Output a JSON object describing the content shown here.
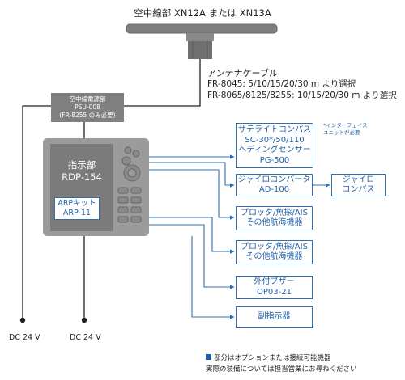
{
  "antenna": {
    "title": "空中線部 XN12A または XN13A"
  },
  "cable": {
    "title": "アンテナケーブル",
    "line1": "FR-8045:  5/10/15/20/30 m より選択",
    "line2": "FR-8065/8125/8255:  10/15/20/30 m より選択"
  },
  "psu": {
    "line1": "空中線電源部",
    "line2": "PSU-008",
    "line3": "(FR-8255 のみ必要)"
  },
  "display": {
    "line1": "指示部",
    "line2": "RDP-154"
  },
  "arp": {
    "line1": "ARPキット",
    "line2": "ARP-11"
  },
  "interface_note": {
    "line1": "*インターフェイス",
    "line2": "ユニットが必要"
  },
  "boxes": [
    {
      "line1": "サテライトコンパス",
      "line2": "SC-30*/50/110",
      "line3": "ヘディングセンサー",
      "line4": "PG-500"
    },
    {
      "line1": "ジャイロコンバータ",
      "line2": "AD-100"
    },
    {
      "line1": "ジャイロ",
      "line2": "コンパス"
    },
    {
      "line1": "プロッタ/魚探/AIS",
      "line2": "その他航海機器"
    },
    {
      "line1": "プロッタ/魚探/AIS",
      "line2": "その他航海機器"
    },
    {
      "line1": "外付ブザー",
      "line2": "OP03-21"
    },
    {
      "line1": "副指示器"
    }
  ],
  "power": {
    "left": "DC 24 V",
    "right": "DC 24 V"
  },
  "legend": {
    "line1": "部分はオプションまたは接続可能機器",
    "line2": "実際の装備については担当営業にお尋ねください",
    "marker_color": "#1f5fa8"
  },
  "colors": {
    "accent_blue": "#2f6fb1",
    "unit_gray": "#808080"
  }
}
